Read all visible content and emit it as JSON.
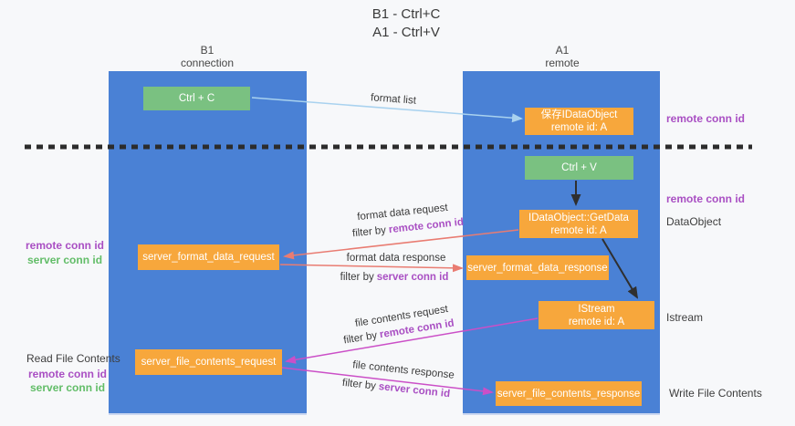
{
  "title": {
    "line1": "B1 - Ctrl+C",
    "line2": "A1 - Ctrl+V"
  },
  "columns": {
    "left": {
      "name": "B1",
      "subtitle": "connection"
    },
    "right": {
      "name": "A1",
      "subtitle": "remote"
    }
  },
  "boxes": {
    "ctrl_c": {
      "label": "Ctrl + C"
    },
    "save_idataobject": {
      "line1": "保存IDataObject",
      "line2": "remote id: A"
    },
    "ctrl_v": {
      "label": "Ctrl + V"
    },
    "getdata": {
      "line1": "IDataObject::GetData",
      "line2": "remote id: A"
    },
    "format_request": {
      "label": "server_format_data_request"
    },
    "format_response": {
      "label": "server_format_data_response"
    },
    "istream": {
      "line1": "IStream",
      "line2": "remote id: A"
    },
    "file_request": {
      "label": "server_file_contents_request"
    },
    "file_response": {
      "label": "server_file_contents_response"
    }
  },
  "margin_labels": {
    "right_remote_conn_1": "remote conn id",
    "right_remote_conn_2": "remote conn id",
    "right_dataobject": "DataObject",
    "right_istream": "Istream",
    "right_write_file": "Write File Contents",
    "left_remote_conn_1": "remote conn id",
    "left_server_conn_1": "server conn id",
    "left_read_file": "Read File Contents",
    "left_remote_conn_2": "remote conn id",
    "left_server_conn_2": "server conn id"
  },
  "arrow_labels": {
    "format_list": "format list",
    "format_data_request": "format data request",
    "filter_remote_1": {
      "prefix": "filter by",
      "key": "remote conn id"
    },
    "format_data_response": "format data response",
    "filter_server_1": {
      "prefix": "filter by",
      "key": "server conn id"
    },
    "file_contents_request": "file contents request",
    "filter_remote_2": {
      "prefix": "filter by",
      "key": "remote conn id"
    },
    "file_contents_response": "file contents response",
    "filter_server_2": {
      "prefix": "filter by",
      "key": "server conn id"
    }
  },
  "colors": {
    "column_blue": "#4a81d5",
    "box_orange": "#f7a73c",
    "box_green": "#7ac181",
    "label_purple": "#a94fc3",
    "label_green": "#62bd68",
    "arrow_red": "#e97c72",
    "arrow_magenta": "#cb4fc7",
    "arrow_light_blue": "#a9d2ef",
    "arrow_black": "#2f2f2f"
  }
}
